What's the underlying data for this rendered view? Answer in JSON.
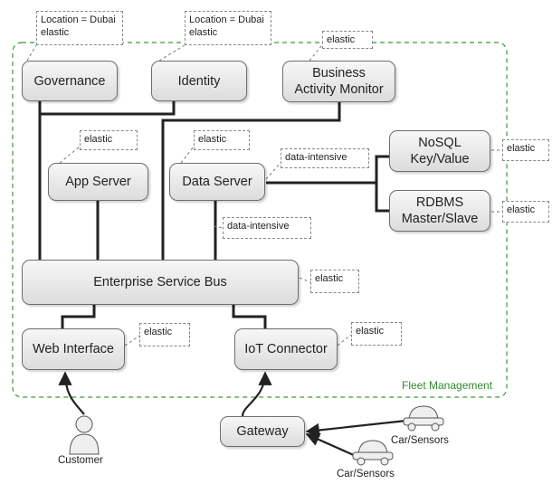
{
  "region": {
    "label": "Fleet Management",
    "color": "#3a9a3a"
  },
  "nodes": {
    "governance": "Governance",
    "identity": "Identity",
    "bam": "Business\nActivity Monitor",
    "app_server": "App Server",
    "data_server": "Data Server",
    "nosql": "NoSQL\nKey/Value",
    "rdbms": "RDBMS\nMaster/Slave",
    "esb": "Enterprise Service Bus",
    "web": "Web Interface",
    "iot": "IoT Connector",
    "gateway": "Gateway"
  },
  "tags": {
    "governance": "Location = Dubai\nelastic",
    "identity": "Location = Dubai\nelastic",
    "bam": "elastic",
    "app_server": "elastic",
    "data_server": "elastic",
    "data_server_link": "data-intensive",
    "nosql": "elastic",
    "rdbms": "elastic",
    "esb_link": "data-intensive",
    "esb": "elastic",
    "web": "elastic",
    "iot": "elastic"
  },
  "actors": {
    "customer": "Customer",
    "car_sensors_1": "Car/Sensors",
    "car_sensors_2": "Car/Sensors"
  }
}
